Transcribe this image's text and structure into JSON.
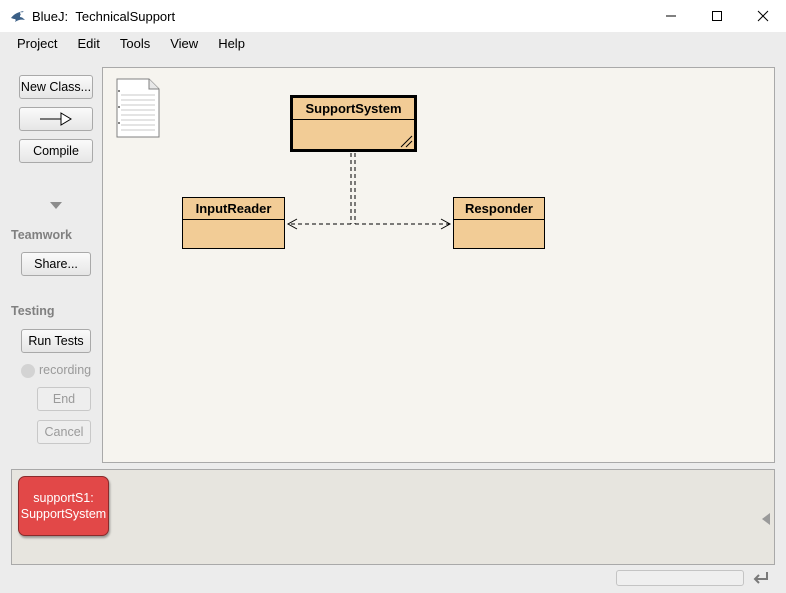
{
  "window": {
    "app_name": "BlueJ:",
    "project_name": "TechnicalSupport",
    "controls": [
      "minimize-icon",
      "maximize-icon",
      "close-icon"
    ]
  },
  "menu": [
    "Project",
    "Edit",
    "Tools",
    "View",
    "Help"
  ],
  "toolbar": {
    "new_class": "New Class...",
    "compile": "Compile",
    "teamwork_label": "Teamwork",
    "share": "Share...",
    "testing_label": "Testing",
    "run_tests": "Run Tests",
    "recording": "recording",
    "end": "End",
    "cancel": "Cancel"
  },
  "diagram": {
    "classes": [
      {
        "name": "SupportSystem",
        "selected": true
      },
      {
        "name": "InputReader",
        "selected": false
      },
      {
        "name": "Responder",
        "selected": false
      }
    ],
    "dependencies": [
      {
        "from": "SupportSystem",
        "to": "InputReader"
      },
      {
        "from": "SupportSystem",
        "to": "Responder"
      }
    ]
  },
  "object_bench": {
    "objects": [
      {
        "name": "supportS1:",
        "type": "SupportSystem",
        "color": "#e24848"
      }
    ]
  },
  "colors": {
    "class_fill": "#f2cc96",
    "canvas_bg": "#f6f4ef",
    "object_fill": "#e24848"
  }
}
